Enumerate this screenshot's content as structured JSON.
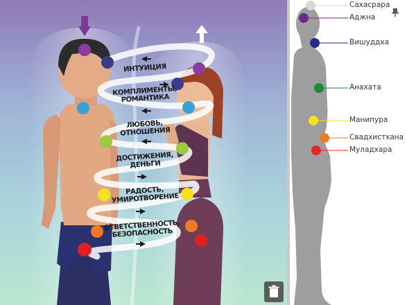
{
  "flow_labels": [
    "Интуиция",
    "Комплименты,\nромантика",
    "Любовь,\nотношения",
    "Достижения,\nденьги",
    "Радость,\nумиротворение",
    "Ответственность,\nбезопасность"
  ],
  "chakras": [
    {
      "name": "Сахасрара",
      "color": "#d8d8d8"
    },
    {
      "name": "Аджна",
      "color": "#6a2a8c"
    },
    {
      "name": "Вишуддха",
      "color": "#2a2a8c"
    },
    {
      "name": "Анахата",
      "color": "#1c8a3a"
    },
    {
      "name": "Манипура",
      "color": "#f2e31a"
    },
    {
      "name": "Свадхистхана",
      "color": "#f07a22"
    },
    {
      "name": "Муладхара",
      "color": "#e82626"
    }
  ],
  "icons": {
    "down_arrow": "down-arrow-icon",
    "up_arrow": "up-arrow-icon",
    "trash": "trash-icon",
    "pin": "pin-icon"
  }
}
